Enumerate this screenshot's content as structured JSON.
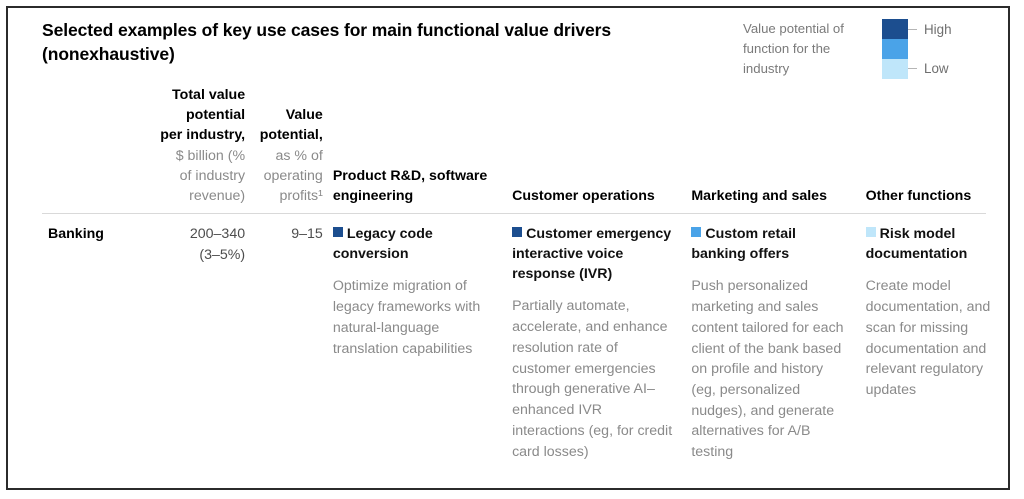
{
  "exhibit": {
    "title": "Selected examples of key use cases for main functional value drivers (nonexhaustive)"
  },
  "legend": {
    "caption": "Value potential of function for the industry",
    "high_label": "High",
    "low_label": "Low",
    "colors": {
      "high": "#1c4e8f",
      "mid": "#4aa3e8",
      "low": "#bfe6fa"
    }
  },
  "table": {
    "headers": {
      "industry": "",
      "total_value": {
        "strong_lines": [
          "Total value",
          "potential",
          "per industry,"
        ],
        "light_lines": [
          "$ billion (%",
          "of industry",
          "revenue)"
        ]
      },
      "value_potential": {
        "strong_lines": [
          "Value",
          "potential,"
        ],
        "light_lines": [
          "as % of",
          "operating",
          "profits¹"
        ]
      },
      "product_rd": "Product R&D, software engineering",
      "customer_ops": "Customer operations",
      "marketing_sales": "Marketing and sales",
      "other_functions": "Other functions"
    },
    "rows": [
      {
        "industry": "Banking",
        "total_value": "200–340\n(3–5%)",
        "value_potential": "9–15",
        "cells": [
          {
            "title": "Legacy code conversion",
            "description": "Optimize migration of legacy frameworks with natural-language translation capabilities",
            "level": "high",
            "color": "#1c4e8f"
          },
          {
            "title": "Customer emergency interactive voice response (IVR)",
            "description": "Partially automate, accelerate, and enhance resolution rate of customer emergencies through generative AI–enhanced IVR interactions (eg, for credit card losses)",
            "level": "high",
            "color": "#1c4e8f"
          },
          {
            "title": "Custom retail banking offers",
            "description": "Push personalized marketing and sales content tailored for each client of the bank based on profile and history (eg, personalized nudges), and generate alternatives for A/B testing",
            "level": "medium",
            "color": "#4aa3e8"
          },
          {
            "title": "Risk model documentation",
            "description": "Create model documentation, and scan for missing documentation and relevant regulatory updates",
            "level": "low",
            "color": "#bfe6fa"
          }
        ]
      }
    ]
  }
}
